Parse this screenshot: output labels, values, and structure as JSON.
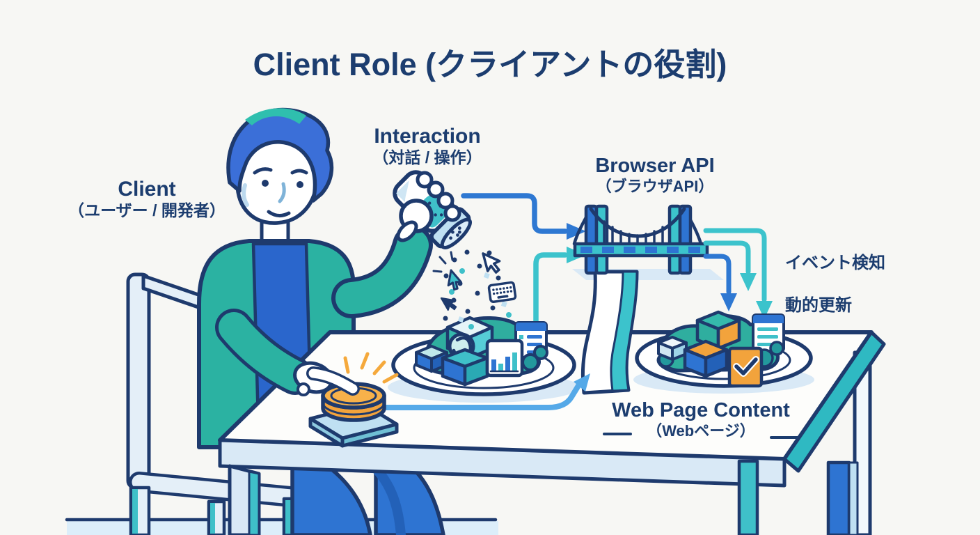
{
  "title": "Client Role (クライアントの役割)",
  "labels": {
    "client": {
      "en": "Client",
      "ja": "（ユーザー / 開発者）"
    },
    "interaction": {
      "en": "Interaction",
      "ja": "（対話 / 操作）"
    },
    "browser_api": {
      "en": "Browser API",
      "ja": "（ブラウザAPI）"
    },
    "web_page_content": {
      "en": "Web Page Content",
      "ja": "（Webページ）"
    },
    "event_detection": "イベント検知",
    "dynamic_update": "動的更新"
  },
  "icons": {
    "salt_shaker": "salt-shaker-icon",
    "cursor": "mouse-cursor-icon",
    "keyboard": "keyboard-icon",
    "bridge": "bridge-icon",
    "push_button": "push-button-icon",
    "plate": "plate-icon",
    "bar_chart_window": "bar-chart-window-icon",
    "document_list": "document-list-icon",
    "check_card": "check-card-icon"
  },
  "colors": {
    "background": "#f7f7f4",
    "outline_navy": "#1e3a6d",
    "text_navy": "#1c3d6f",
    "blue": "#2e74d2",
    "teal_jacket": "#2bb2a2",
    "arrow_teal": "#3cc3cc",
    "arrow_blue": "#2e78d2",
    "arrow_sky": "#55a9e8",
    "light_blue": "#d9e9f6",
    "orange": "#f2a33c"
  }
}
